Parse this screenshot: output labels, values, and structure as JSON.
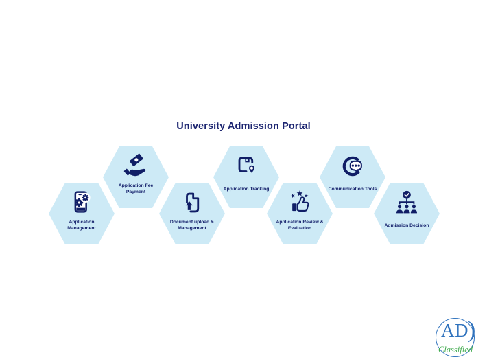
{
  "title": "University Admission Portal",
  "colors": {
    "background": "#ffffff",
    "hexagon_fill": "#cdeaf6",
    "icon_navy": "#101e66",
    "label_navy": "#14206b",
    "title_navy": "#1b2470",
    "logo_blue": "#2f72bd",
    "logo_green": "#3faa4d"
  },
  "hexagons": [
    {
      "label": "Application\nManagement",
      "icon": "phone-gears-icon"
    },
    {
      "label": "Application Fee\nPayment",
      "icon": "hand-money-icon"
    },
    {
      "label": "Document upload &\nManagement",
      "icon": "document-upload-icon"
    },
    {
      "label": "Application Tracking",
      "icon": "package-location-icon"
    },
    {
      "label": "Application Review &\nEvaluation",
      "icon": "thumbs-up-stars-icon"
    },
    {
      "label": "Communication Tools",
      "icon": "chat-bubble-dots-icon"
    },
    {
      "label": "Admission Decision",
      "icon": "org-chart-check-icon"
    }
  ],
  "logo": {
    "monogram": "AD",
    "paren": ")",
    "subtext": "Classified"
  }
}
